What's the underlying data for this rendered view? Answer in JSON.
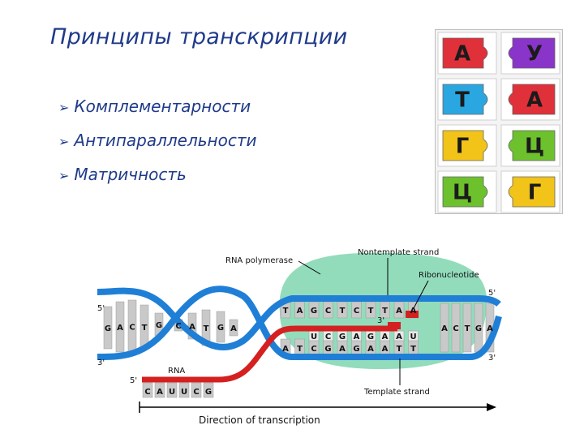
{
  "title": "Принципы транскрипции",
  "bullets": [
    "Комплементарности",
    "Антипараллельности",
    "Матричность"
  ],
  "base_pairs": [
    {
      "left": "А",
      "right": "У",
      "left_color": "#e0303a",
      "right_color": "#8a35c9"
    },
    {
      "left": "Т",
      "right": "А",
      "left_color": "#2aa7e0",
      "right_color": "#e0303a"
    },
    {
      "left": "Г",
      "right": "Ц",
      "left_color": "#f2c318",
      "right_color": "#6cc12d"
    },
    {
      "left": "Ц",
      "right": "Г",
      "left_color": "#6cc12d",
      "right_color": "#f2c318"
    }
  ],
  "diagram": {
    "labels": {
      "rna_polymerase": "RNA polymerase",
      "nontemplate_strand": "Nontemplate strand",
      "ribonucleotide": "Ribonucleotide",
      "rna": "RNA",
      "template_strand": "Template strand",
      "direction": "Direction of transcription",
      "five_prime": "5'",
      "three_prime": "3'"
    },
    "nontemplate_bases": [
      "T",
      "A",
      "G",
      "C",
      "T",
      "C",
      "T",
      "T",
      "A",
      "A"
    ],
    "template_bases": [
      "A",
      "T",
      "C",
      "G",
      "A",
      "G",
      "A",
      "A",
      "T",
      "T"
    ],
    "rna_inside_bases": [
      "U",
      "C",
      "G",
      "A",
      "G",
      "A",
      "A",
      "U"
    ],
    "rna_exit_bases": [
      "C",
      "A",
      "U",
      "U",
      "C",
      "G"
    ],
    "left_rung_bases": [
      "G",
      "A",
      "C",
      "T",
      "G",
      "C",
      "A",
      "T",
      "G",
      "A"
    ],
    "right_rung_bases": [
      "A",
      "C",
      "T",
      "G",
      "A"
    ],
    "colors": {
      "backbone": "#1f7fd6",
      "rna": "#d42020",
      "polymerase": "#7fd6b0",
      "rung": "#c9c9c9"
    }
  }
}
